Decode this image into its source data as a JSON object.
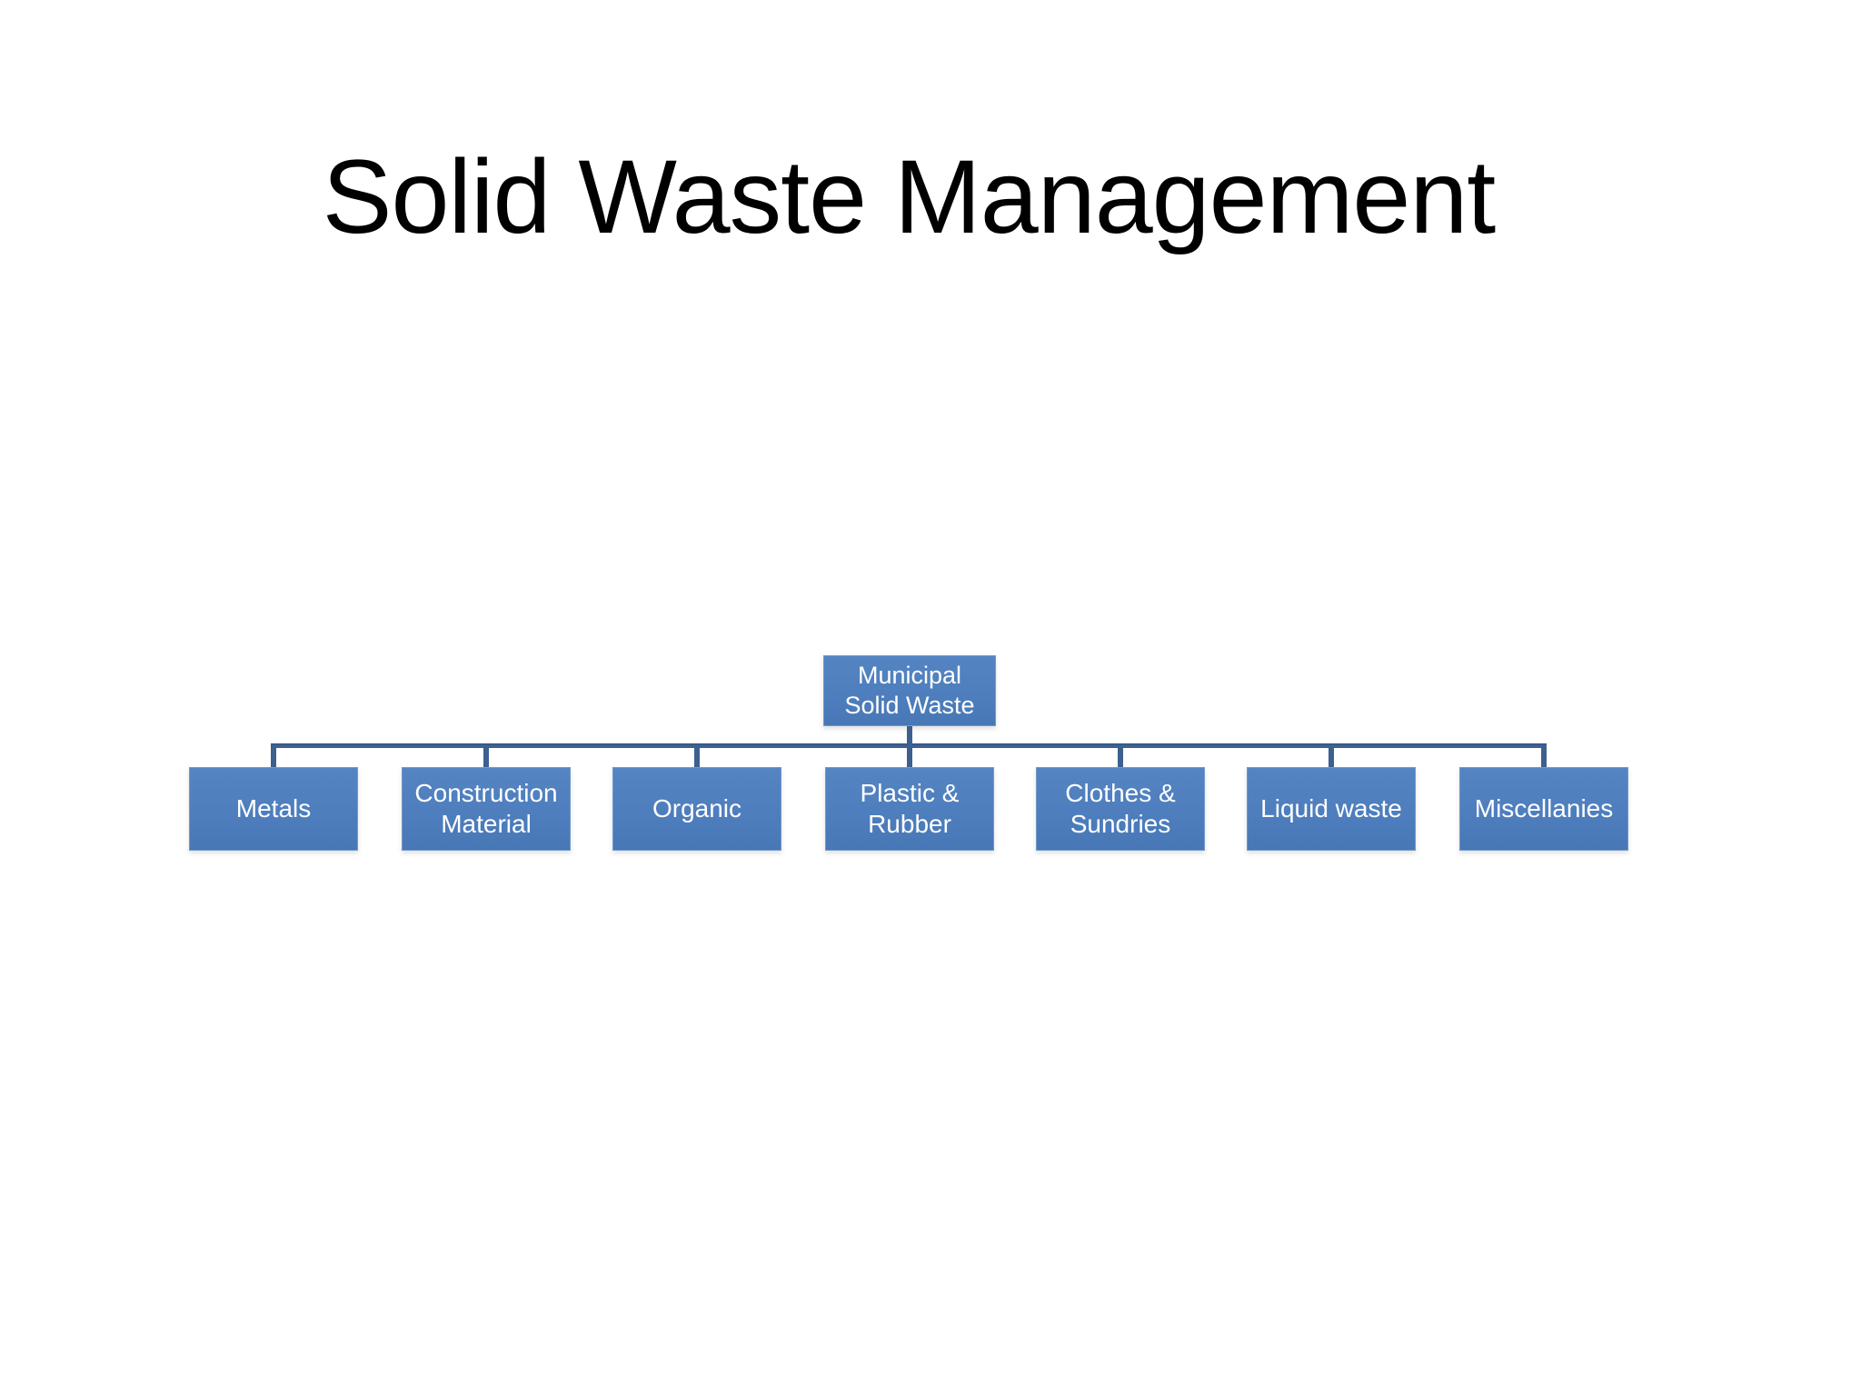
{
  "slide": {
    "title": "Solid Waste Management"
  },
  "diagram": {
    "type": "org-chart",
    "root": {
      "label": "Municipal\nSolid Waste"
    },
    "children": [
      {
        "label": "Metals"
      },
      {
        "label": "Construction\nMaterial"
      },
      {
        "label": "Organic"
      },
      {
        "label": "Plastic &\nRubber"
      },
      {
        "label": "Clothes &\nSundries"
      },
      {
        "label": "Liquid waste"
      },
      {
        "label": "Miscellanies"
      }
    ]
  },
  "colors": {
    "background": "#ffffff",
    "title_text": "#000000",
    "box_fill": "#4e7ebd",
    "box_text": "#ffffff",
    "connector": "#3c6090"
  }
}
